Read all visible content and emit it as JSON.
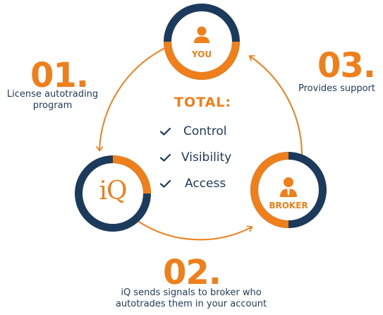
{
  "colors": {
    "navy": "#1c3a5c",
    "orange": "#ef7f1a",
    "white": "#ffffff"
  },
  "nodes": {
    "you": {
      "label": "YOU",
      "icon": "person-icon"
    },
    "iq": {
      "label": "iQ",
      "icon": "iq-logo"
    },
    "broker": {
      "label": "BROKER",
      "icon": "business-person-icon"
    }
  },
  "steps": [
    {
      "number": "01.",
      "text_line1": "License autotrading",
      "text_line2": "program"
    },
    {
      "number": "02.",
      "text_line1": "iQ sends signals to broker who",
      "text_line2": "autotrades them in your account"
    },
    {
      "number": "03.",
      "text_line1": "Provides support"
    }
  ],
  "total": {
    "title": "TOTAL:",
    "items": [
      "Control",
      "Visibility",
      "Access"
    ]
  }
}
